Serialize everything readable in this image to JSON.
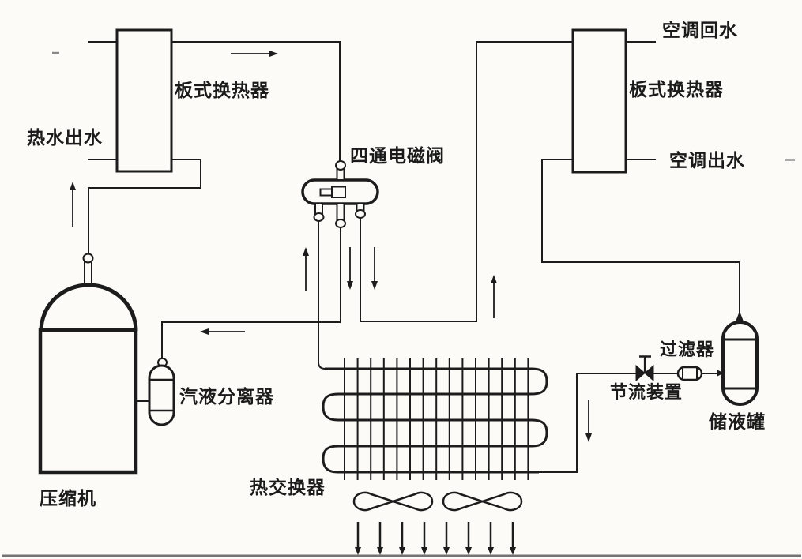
{
  "diagram_type": "heat-pump-water-heater-refrigeration-schematic",
  "colors": {
    "background": "#fcfbf8",
    "line": "#1c1c1c",
    "artifact_gray": "#8a8a8a",
    "bottom_edge_line": "#5c5c5c"
  },
  "labels": {
    "hot_water_outlet": "热水出水",
    "plate_heat_exchanger_left": "板式换热器",
    "plate_heat_exchanger_right": "板式换热器",
    "four_way_solenoid_valve": "四通电磁阀",
    "ac_return_water": "空调回水",
    "ac_outlet_water": "空调出水",
    "gas_liquid_separator": "汽液分离器",
    "compressor": "压缩机",
    "heat_exchanger": "热交换器",
    "throttling_device": "节流装置",
    "filter": "过滤器",
    "liquid_receiver": "储液罐"
  },
  "components": [
    {
      "name": "plate-heat-exchanger-left",
      "label_key": "plate_heat_exchanger_left"
    },
    {
      "name": "plate-heat-exchanger-right",
      "label_key": "plate_heat_exchanger_right"
    },
    {
      "name": "compressor",
      "label_key": "compressor"
    },
    {
      "name": "gas-liquid-separator",
      "label_key": "gas_liquid_separator"
    },
    {
      "name": "four-way-solenoid-valve",
      "label_key": "four_way_solenoid_valve"
    },
    {
      "name": "finned-coil-heat-exchanger",
      "label_key": "heat_exchanger"
    },
    {
      "name": "throttling-valve",
      "label_key": "throttling_device"
    },
    {
      "name": "filter-drier",
      "label_key": "filter"
    },
    {
      "name": "liquid-receiver-tank",
      "label_key": "liquid_receiver"
    },
    {
      "name": "fans",
      "count": 2
    },
    {
      "name": "airflow-arrows",
      "count": 8
    }
  ]
}
